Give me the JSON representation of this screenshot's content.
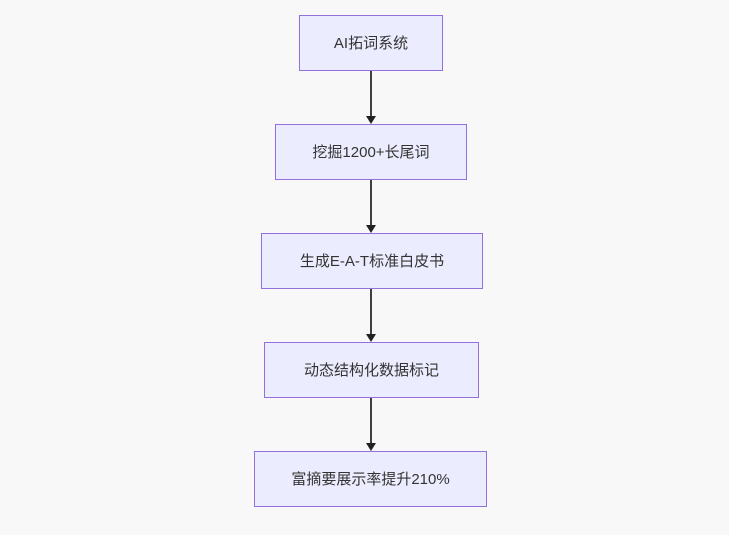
{
  "diagram": {
    "type": "flowchart",
    "direction": "top-down",
    "nodes": [
      {
        "id": "A",
        "label": "AI拓词系统"
      },
      {
        "id": "B",
        "label": "挖掘1200+长尾词"
      },
      {
        "id": "C",
        "label": "生成E-A-T标准白皮书"
      },
      {
        "id": "D",
        "label": "动态结构化数据标记"
      },
      {
        "id": "E",
        "label": "富摘要展示率提升210%"
      }
    ],
    "edges": [
      {
        "from": "A",
        "to": "B",
        "arrow": "down"
      },
      {
        "from": "B",
        "to": "C",
        "arrow": "down"
      },
      {
        "from": "C",
        "to": "D",
        "arrow": "down"
      },
      {
        "from": "D",
        "to": "E",
        "arrow": "down"
      }
    ],
    "colors": {
      "background": "#f8f8f8",
      "node_fill": "#ececff",
      "node_border": "#9370db",
      "edge_line": "#3f3f3f",
      "arrowhead": "#222222",
      "text": "#333333"
    }
  }
}
